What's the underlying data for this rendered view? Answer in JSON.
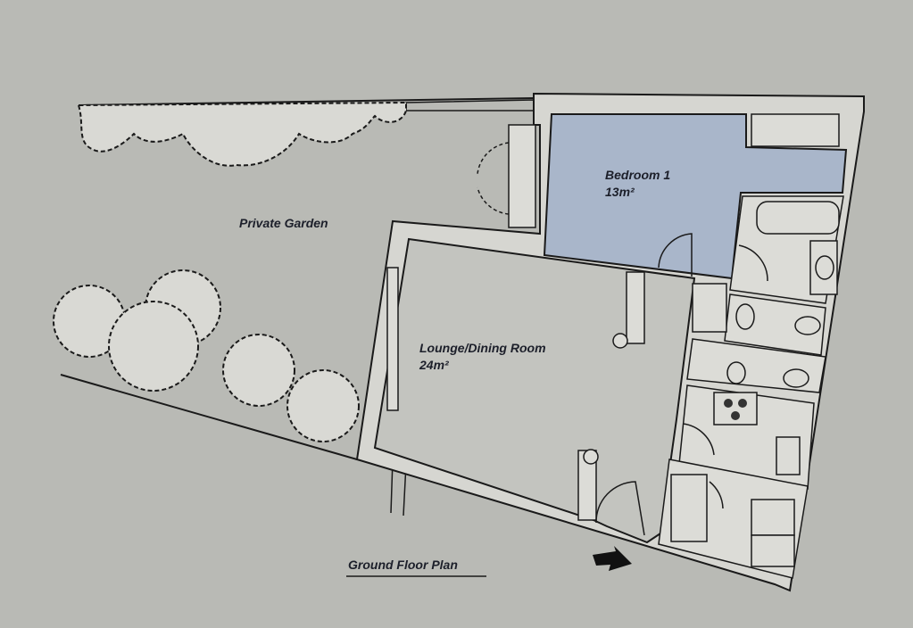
{
  "plan": {
    "title": "Ground Floor Plan",
    "garden_label": "Private Garden",
    "rooms": [
      {
        "name": "Bedroom 1",
        "area": "13m²",
        "color": "#a9b6ca"
      },
      {
        "name": "Lounge/Dining Room",
        "area": "24m²",
        "color": "#c3c4bf"
      }
    ],
    "entrance_icon": "entrance-arrow-icon"
  }
}
